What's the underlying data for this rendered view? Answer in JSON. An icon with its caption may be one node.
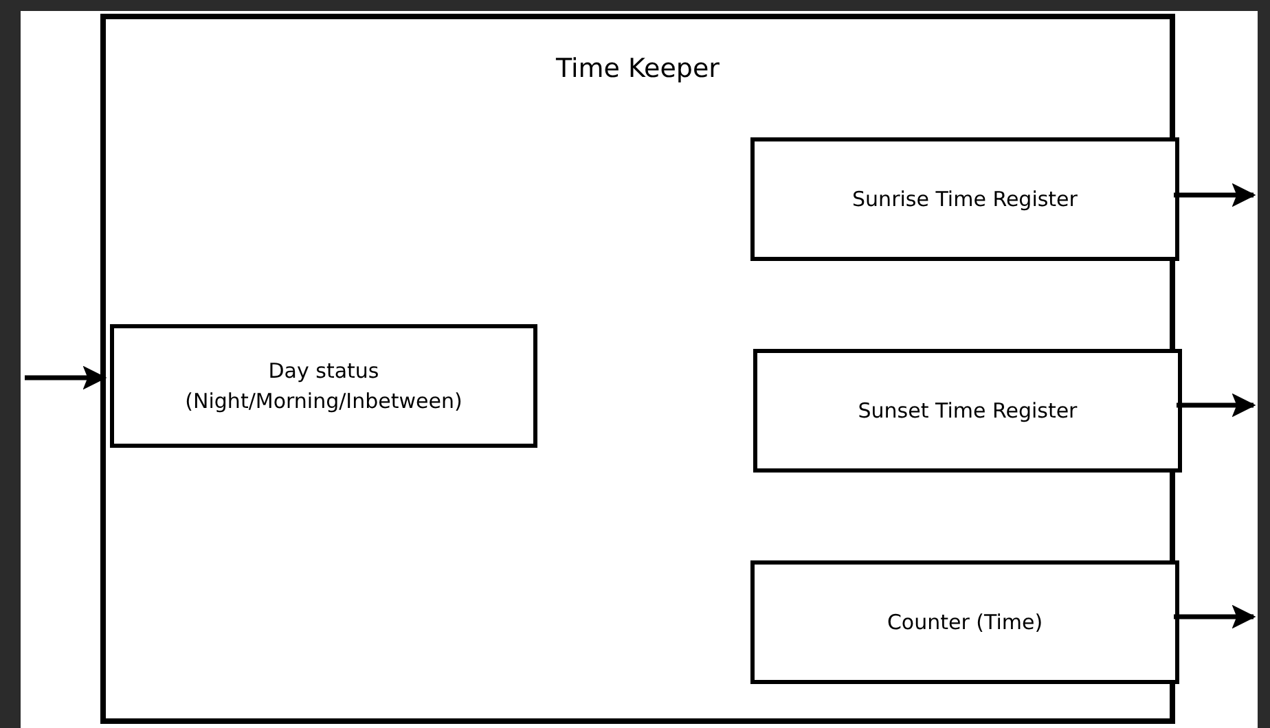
{
  "diagram": {
    "nodes": [
      {
        "text": [
          "Time Keeper"
        ]
      },
      {
        "text": [
          "Sunrise Time Register"
        ],
        "in": 0
      },
      {
        "text": [
          "Day status (Night/Morning/Inbetween)"
        ],
        "in": 0
      },
      {
        "text": [
          "Sunset Time Register"
        ],
        "in": 0
      },
      {
        "text": [
          "Counter (Time)"
        ],
        "in": 0
      }
    ],
    "edges": [
      {
        "from": null,
        "to": 2,
        "arrow": "to"
      },
      {
        "from": 1,
        "to": null,
        "arrow": "to"
      },
      {
        "from": 3,
        "to": null,
        "arrow": "to"
      },
      {
        "from": 4,
        "to": null,
        "arrow": "to"
      }
    ]
  }
}
